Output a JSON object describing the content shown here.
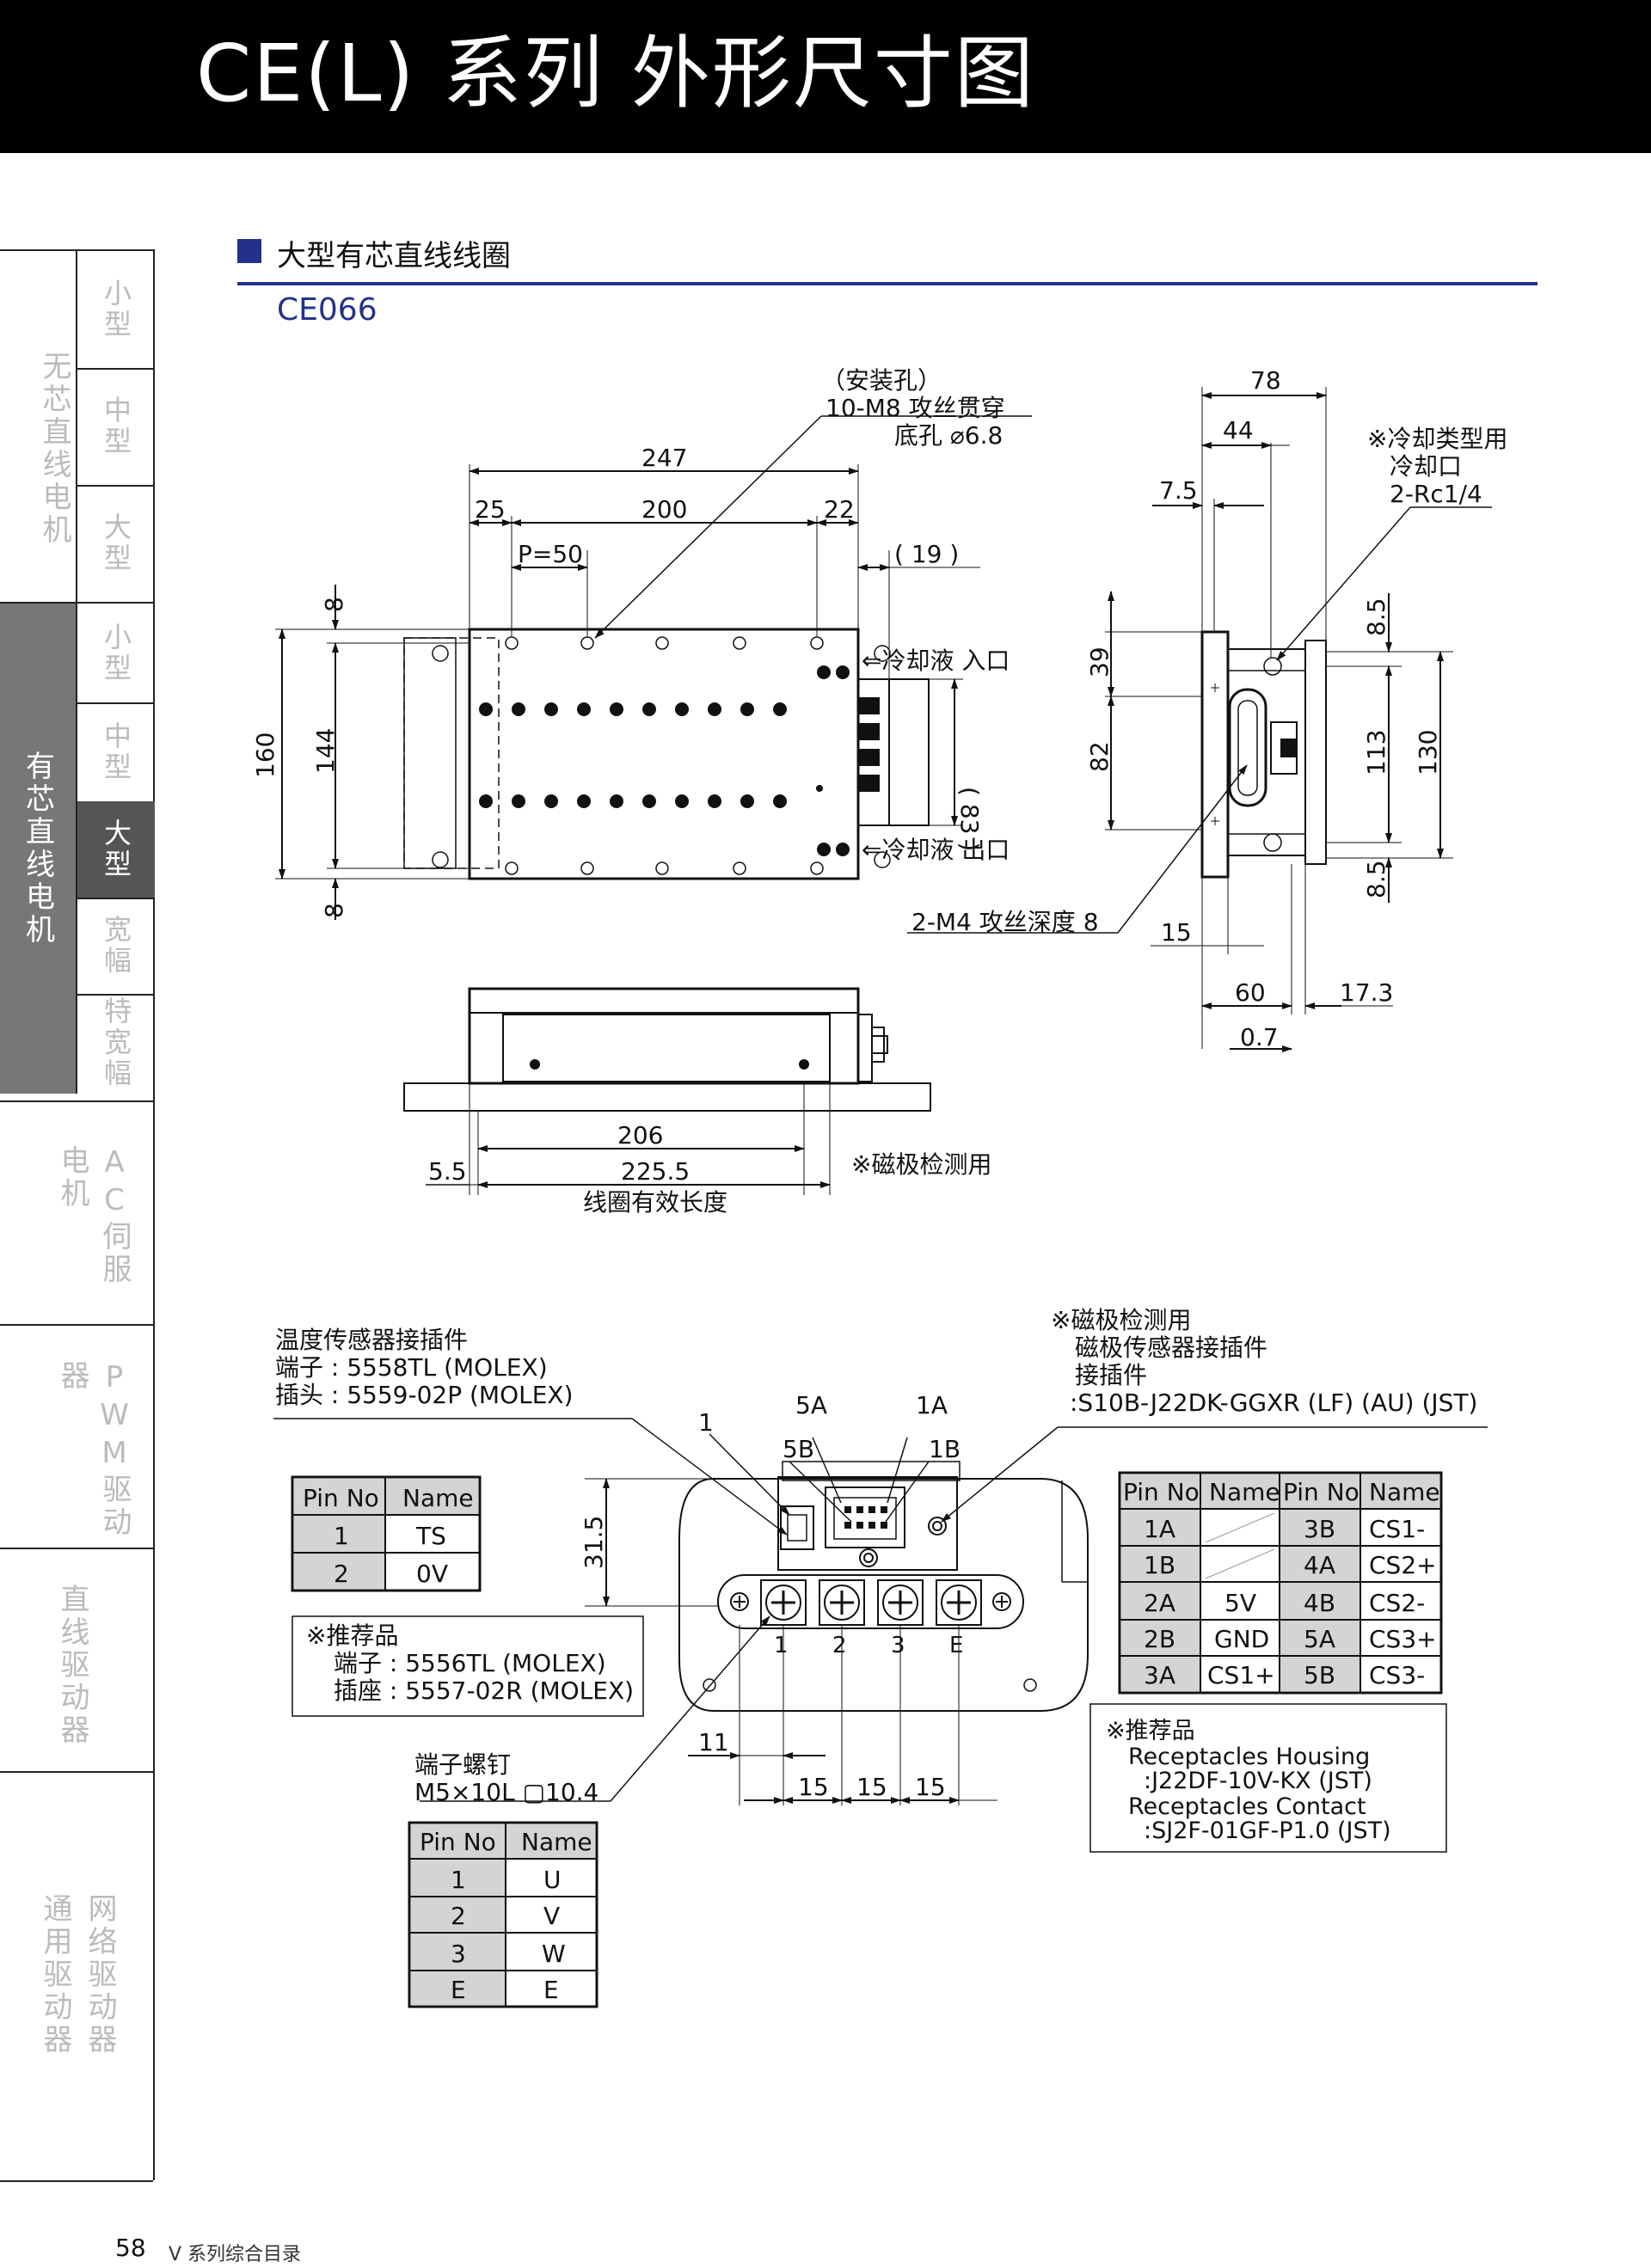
{
  "header": {
    "title": "CE(L) 系列 外形尺寸图"
  },
  "nav": {
    "coreless": {
      "label": "无芯直线电机",
      "subs": [
        "小型",
        "中型",
        "大型"
      ]
    },
    "iron_core": {
      "label": "有芯直线电机",
      "subs": [
        "小型",
        "中型",
        "大型",
        "宽幅",
        "特宽幅"
      ]
    },
    "ac_servo": {
      "label": "AC伺服电机"
    },
    "pwm": {
      "label": "PWM驱动器"
    },
    "linear_driver": {
      "label": "直线驱动器"
    },
    "general": {
      "label": "通用驱动器"
    },
    "network": {
      "label": "网络驱动器"
    }
  },
  "section": {
    "title": "大型有芯直线线圈",
    "model": "CE066"
  },
  "top_view": {
    "mount_note_1": "（安装孔）",
    "mount_note_2": "10-M8 攻丝贯穿",
    "mount_note_3": "底孔 ⌀6.8",
    "dim_247": "247",
    "dim_25": "25",
    "dim_200": "200",
    "dim_22": "22",
    "dim_p50": "P=50",
    "dim_19": "( 19 )",
    "dim_8a": "8",
    "dim_160": "160",
    "dim_144": "144",
    "dim_8b": "8",
    "dim_83": "( 83 )",
    "coolant_in": "⇐冷却液 入口",
    "coolant_out": "⇐冷却液 出口",
    "m4_note": "2-M4 攻丝深度 8"
  },
  "side_view": {
    "dim_78": "78",
    "dim_44": "44",
    "dim_7_5": "7.5",
    "cool_note_1": "※冷却类型用",
    "cool_note_2": "冷却口",
    "cool_note_3": "2-Rc1/4",
    "dim_39": "39",
    "dim_82": "82",
    "dim_8_5a": "8.5",
    "dim_113": "113",
    "dim_130": "130",
    "dim_8_5b": "8.5",
    "dim_15": "15",
    "dim_60": "60",
    "dim_17_3": "17.3",
    "dim_0_7": "0.7"
  },
  "front_view": {
    "dim_206": "206",
    "dim_5_5": "5.5",
    "dim_225_5": "225.5",
    "coil_len": "线圈有效长度",
    "mag_note": "※磁极检测用"
  },
  "connector": {
    "temp_title": "温度传感器接插件",
    "temp_term": "端子 : 5558TL   (MOLEX)",
    "temp_plug": "插头 : 5559-02P (MOLEX)",
    "mag_title_1": "※磁极检测用",
    "mag_title_2": "磁极传感器接插件",
    "mag_title_3": "接插件",
    "mag_part": ":S10B-J22DK-GGXR (LF) (AU) (JST)",
    "lbl_1": "1",
    "lbl_5a": "5A",
    "lbl_1a": "1A",
    "lbl_5b": "5B",
    "lbl_1b": "1B",
    "dim_31_5": "31.5",
    "term_labels": [
      "1",
      "2",
      "3",
      "E"
    ],
    "dim_11": "11",
    "dim_15a": "15",
    "dim_15b": "15",
    "dim_15c": "15",
    "screw_1": "端子螺钉",
    "screw_2": "M5×10L  ▢10.4"
  },
  "temp_table": {
    "headers": [
      "Pin No",
      "Name"
    ],
    "rows": [
      [
        "1",
        "TS"
      ],
      [
        "2",
        "0V"
      ]
    ]
  },
  "temp_rec": {
    "title": "※推荐品",
    "line1": "端子 : 5556TL    (MOLEX)",
    "line2": "插座 : 5557-02R (MOLEX)"
  },
  "mag_table": {
    "headers": [
      "Pin No",
      "Name",
      "Pin No",
      "Name"
    ],
    "rows": [
      [
        "1A",
        "",
        "3B",
        "CS1-"
      ],
      [
        "1B",
        "",
        "4A",
        "CS2+"
      ],
      [
        "2A",
        "5V",
        "4B",
        "CS2-"
      ],
      [
        "2B",
        "GND",
        "5A",
        "CS3+"
      ],
      [
        "3A",
        "CS1+",
        "5B",
        "CS3-"
      ]
    ]
  },
  "mag_rec": {
    "title": "※推荐品",
    "line1": "Receptacles Housing",
    "line2": ":J22DF-10V-KX (JST)",
    "line3": "Receptacles Contact",
    "line4": ":SJ2F-01GF-P1.0 (JST)"
  },
  "power_table": {
    "headers": [
      "Pin No",
      "Name"
    ],
    "rows": [
      [
        "1",
        "U"
      ],
      [
        "2",
        "V"
      ],
      [
        "3",
        "W"
      ],
      [
        "E",
        "E"
      ]
    ]
  },
  "footer": {
    "page": "58",
    "catalog": "V 系列综合目录"
  }
}
